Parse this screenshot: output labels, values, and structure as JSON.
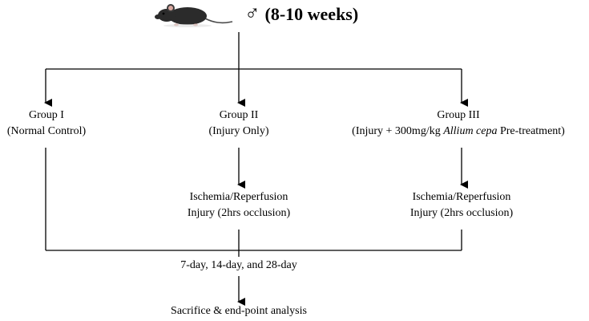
{
  "header": {
    "sex_symbol": "♂",
    "age": "(8-10 weeks)",
    "mouse_icon": "mouse-icon"
  },
  "groups": [
    {
      "name": "Group I",
      "description": "(Normal Control)"
    },
    {
      "name": "Group II",
      "description": "(Injury Only)"
    },
    {
      "name": "Group III",
      "description_pre": "(Injury + 300mg/kg ",
      "description_italic": "Allium cepa",
      "description_post": " Pre-treatment)"
    }
  ],
  "injury_steps": [
    {
      "line1": "Ischemia/Reperfusion",
      "line2": "Injury (2hrs occlusion)"
    },
    {
      "line1": "Ischemia/Reperfusion",
      "line2": "Injury (2hrs occlusion)"
    }
  ],
  "timepoints": "7-day, 14-day, and 28-day",
  "final_step": "Sacrifice & end-point analysis",
  "colors": {
    "line": "#000000",
    "mouse_body": "#2b2b2b",
    "mouse_ear": "#d9a8a0"
  }
}
